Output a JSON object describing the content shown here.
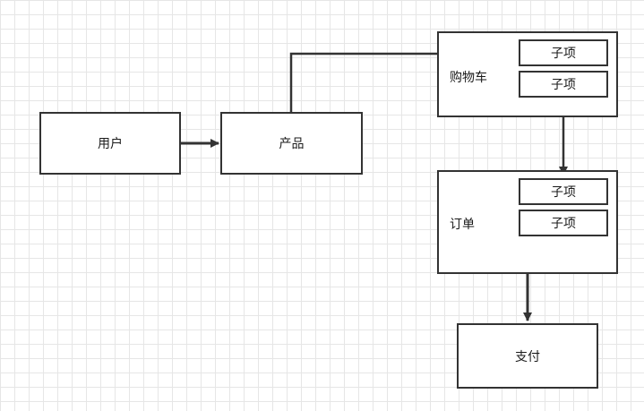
{
  "nodes": {
    "user": "用户",
    "product": "产品",
    "cart": {
      "label": "购物车",
      "children": [
        "子项",
        "子项"
      ]
    },
    "order": {
      "label": "订单",
      "children": [
        "子项",
        "子项"
      ]
    },
    "payment": "支付"
  },
  "colors": {
    "stroke": "#333333",
    "grid": "#e6e6e6",
    "fill": "#ffffff"
  }
}
